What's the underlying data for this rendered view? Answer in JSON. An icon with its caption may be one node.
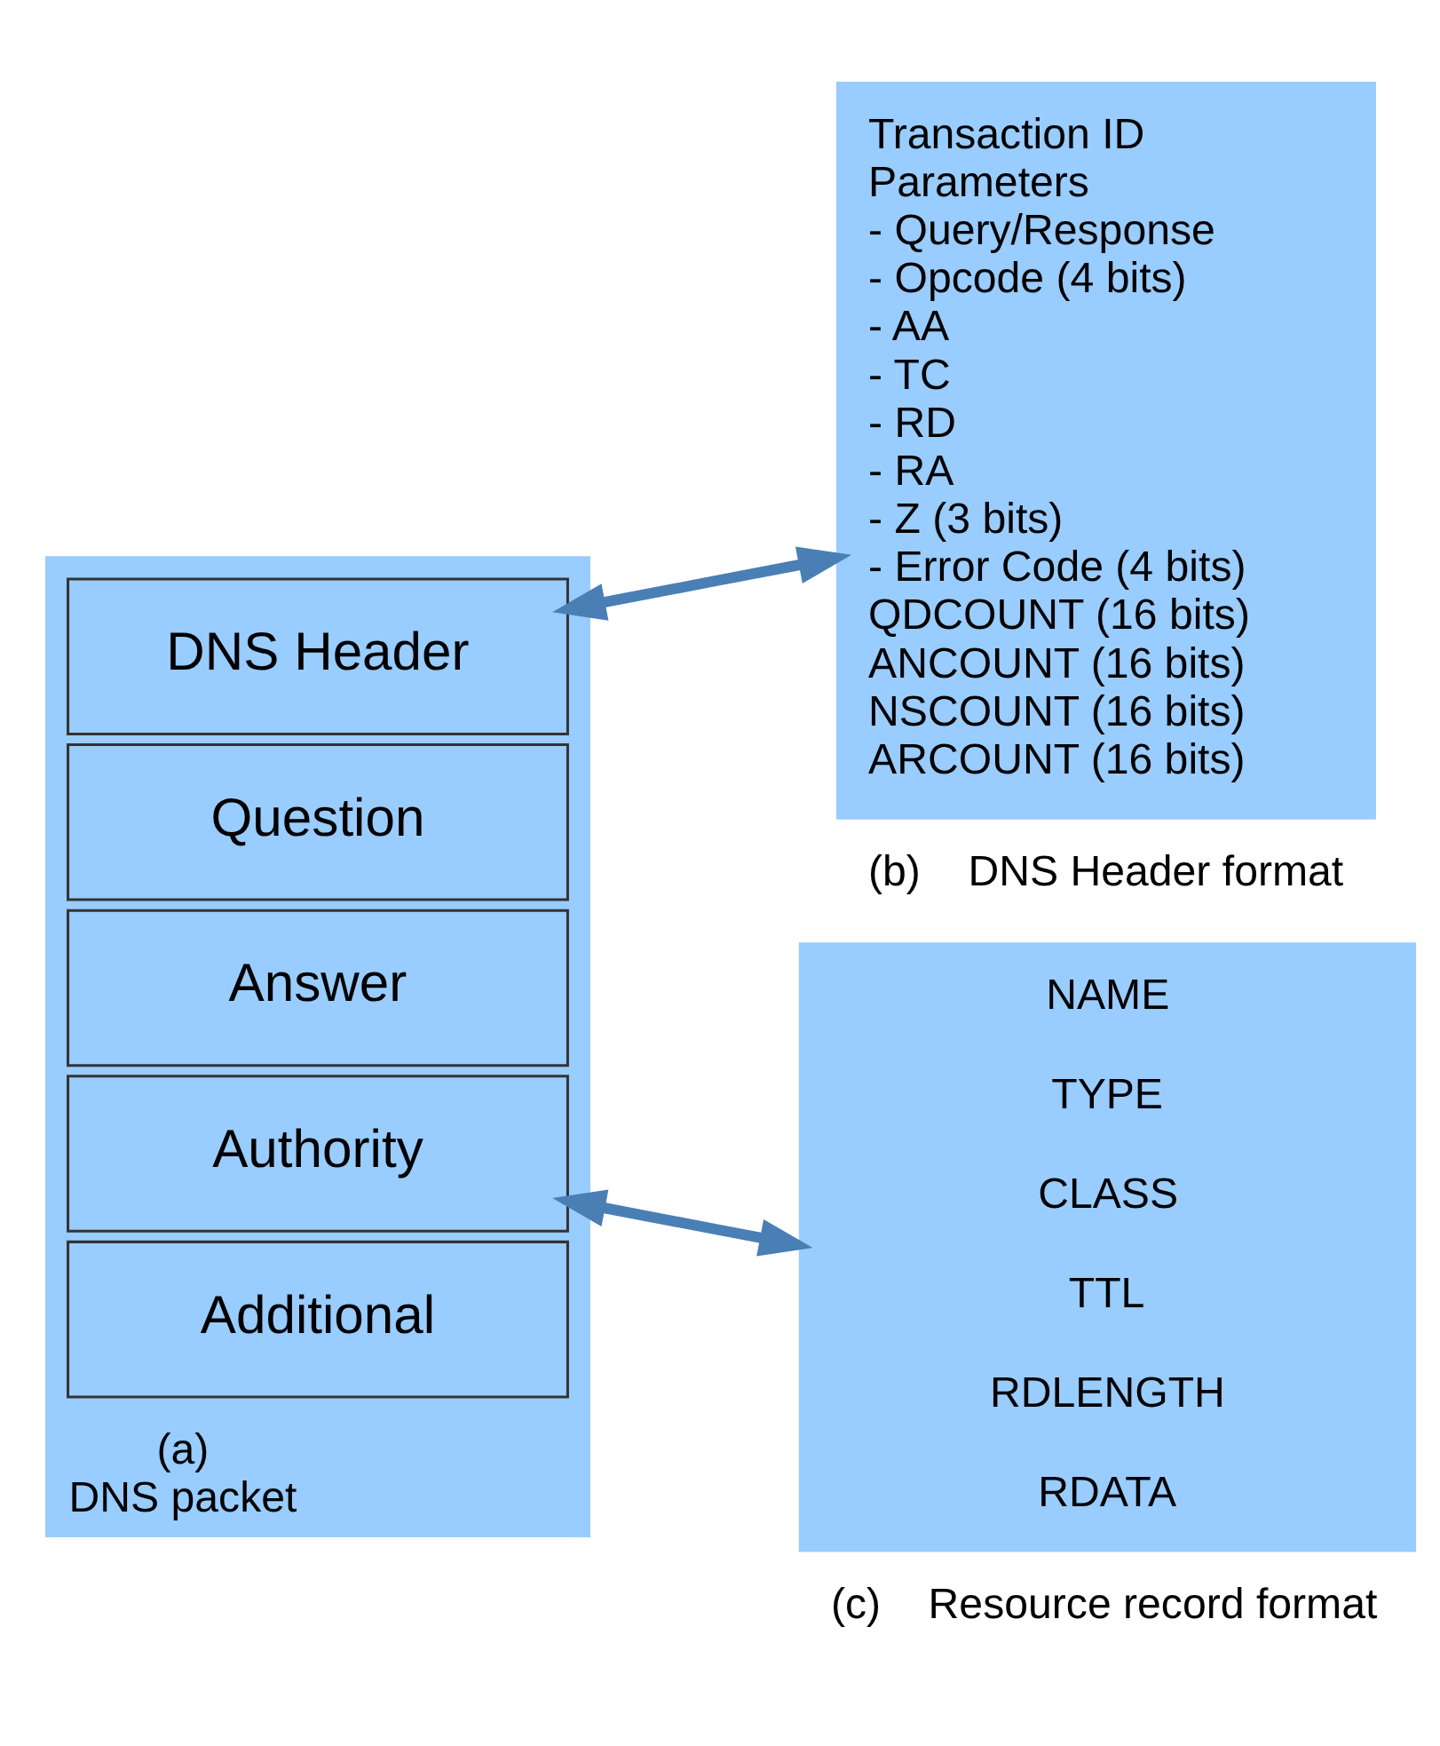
{
  "diagram": {
    "nodes": [
      {
        "text": [
          "(a)",
          "DNS packet"
        ]
      },
      {
        "text": [
          "DNS Header"
        ],
        "in": 0
      },
      {
        "text": [
          "Question"
        ],
        "in": 0
      },
      {
        "text": [
          "Answer"
        ],
        "in": 0
      },
      {
        "text": [
          "Authority"
        ],
        "in": 0
      },
      {
        "text": [
          "Additional"
        ],
        "in": 0
      },
      {
        "text": [
          "Transaction ID",
          "Parameters",
          "- Query/Response",
          "- Opcode (4 bits)",
          "- AA",
          "- TC",
          "- RD",
          "- RA",
          "- Z (3 bits)",
          "- Error Code (4 bits)",
          "QDCOUNT (16 bits)",
          "ANCOUNT (16 bits)",
          "NSCOUNT (16 bits)",
          "ARCOUNT (16 bits)"
        ],
        "beside": [
          "(b)",
          "DNS Header format"
        ]
      },
      {
        "text": [
          "NAME",
          "TYPE",
          "CLASS",
          "TTL",
          "RDLENGTH",
          "RDATA"
        ],
        "beside": [
          "(c)",
          "Resource record format"
        ]
      }
    ],
    "edges": [
      {
        "from": 1,
        "to": 6,
        "arrow": "both"
      },
      {
        "from": 4,
        "to": 7,
        "arrow": "both"
      }
    ]
  }
}
